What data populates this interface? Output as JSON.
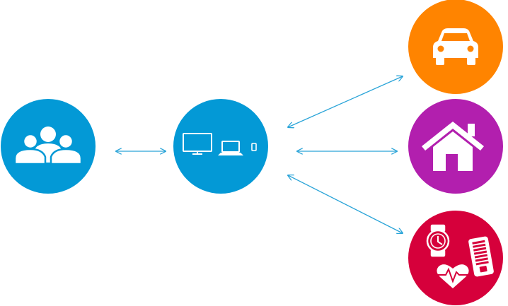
{
  "colors": {
    "background": "#ffffff",
    "people": "#0399d6",
    "devices": "#0399d6",
    "car": "#ff8400",
    "home": "#b21fae",
    "health": "#d6003b",
    "connector": "#2aa4d8",
    "icon": "#ffffff"
  },
  "nodes": [
    {
      "id": "people",
      "icon": "people-group-icon"
    },
    {
      "id": "devices",
      "icon": "devices-icon"
    },
    {
      "id": "car",
      "icon": "car-icon"
    },
    {
      "id": "home",
      "icon": "house-icon"
    },
    {
      "id": "health",
      "icon": "wearables-health-icon"
    }
  ],
  "connections": [
    {
      "from": "people",
      "to": "devices",
      "direction": "both"
    },
    {
      "from": "devices",
      "to": "car",
      "direction": "both"
    },
    {
      "from": "devices",
      "to": "home",
      "direction": "both"
    },
    {
      "from": "devices",
      "to": "health",
      "direction": "both"
    }
  ]
}
